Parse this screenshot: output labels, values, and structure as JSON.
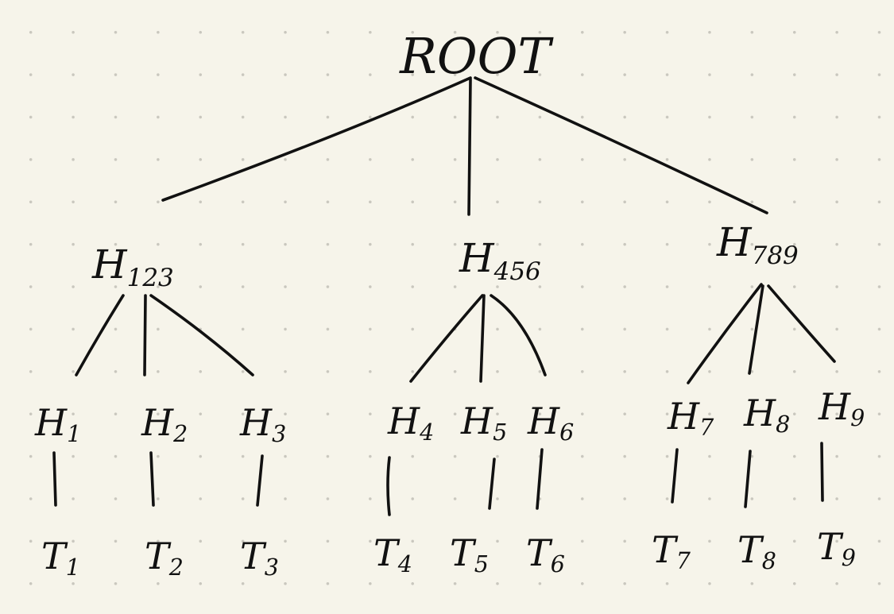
{
  "tree": {
    "root": {
      "label": "ROOT"
    },
    "groups": [
      {
        "main": "H",
        "sub": "123"
      },
      {
        "main": "H",
        "sub": "456"
      },
      {
        "main": "H",
        "sub": "789"
      }
    ],
    "hosts": [
      {
        "main": "H",
        "sub": "1"
      },
      {
        "main": "H",
        "sub": "2"
      },
      {
        "main": "H",
        "sub": "3"
      },
      {
        "main": "H",
        "sub": "4"
      },
      {
        "main": "H",
        "sub": "5"
      },
      {
        "main": "H",
        "sub": "6"
      },
      {
        "main": "H",
        "sub": "7"
      },
      {
        "main": "H",
        "sub": "8"
      },
      {
        "main": "H",
        "sub": "9"
      }
    ],
    "tasks": [
      {
        "main": "T",
        "sub": "1"
      },
      {
        "main": "T",
        "sub": "2"
      },
      {
        "main": "T",
        "sub": "3"
      },
      {
        "main": "T",
        "sub": "4"
      },
      {
        "main": "T",
        "sub": "5"
      },
      {
        "main": "T",
        "sub": "6"
      },
      {
        "main": "T",
        "sub": "7"
      },
      {
        "main": "T",
        "sub": "8"
      },
      {
        "main": "T",
        "sub": "9"
      }
    ]
  },
  "colors": {
    "paper": "#f6f4ea",
    "ink": "#111111",
    "dots": "#c9c7be"
  }
}
